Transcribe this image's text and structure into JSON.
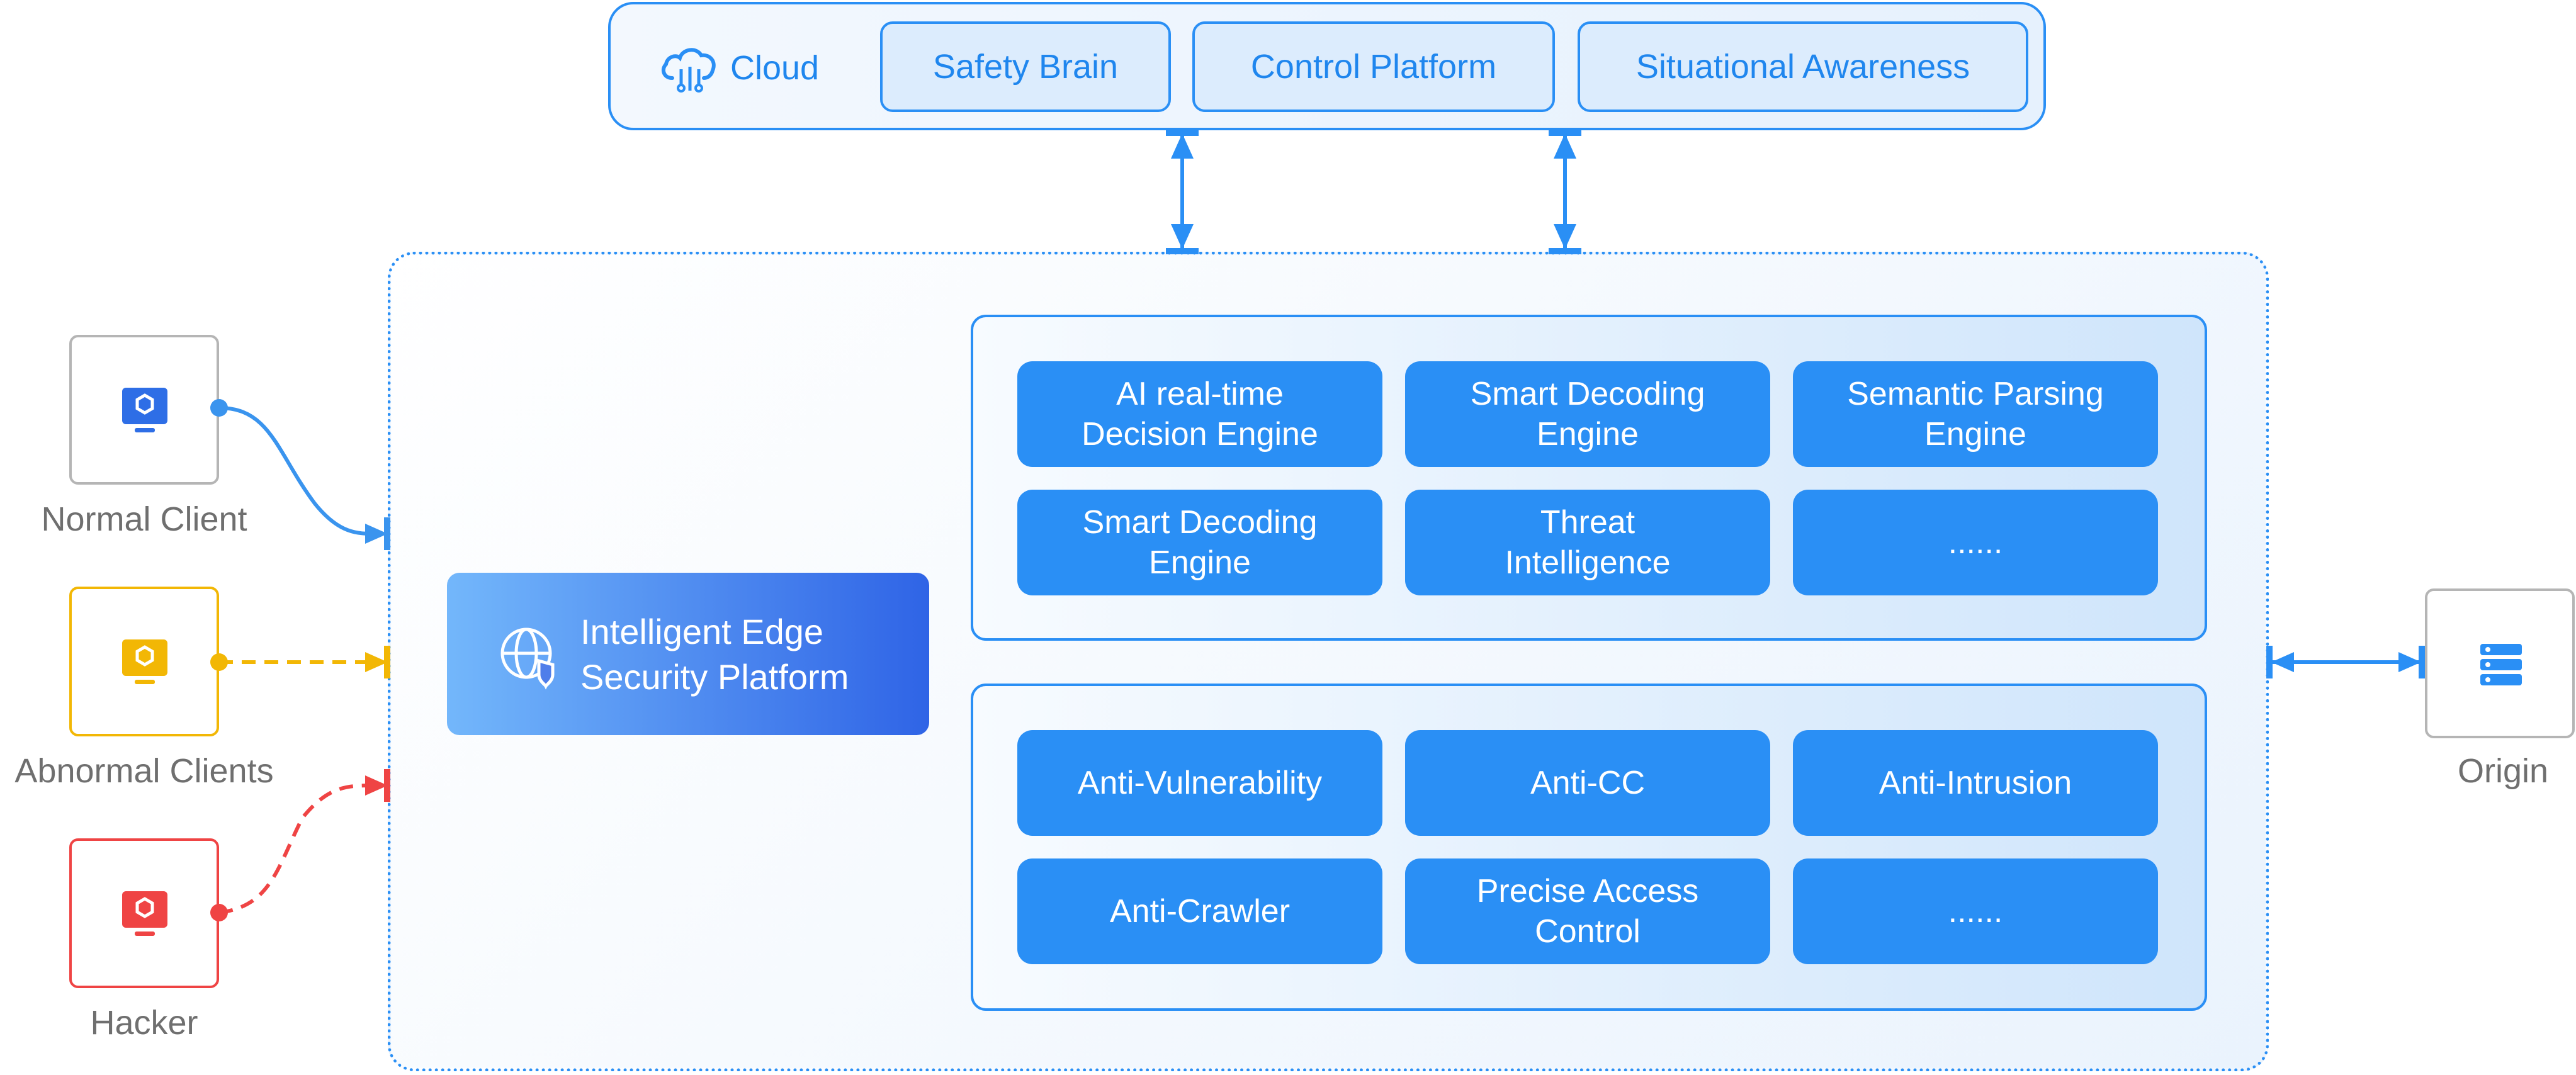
{
  "cloud": {
    "label": "Cloud",
    "items": [
      "Safety Brain",
      "Control Platform",
      "Situational Awareness"
    ]
  },
  "platform": {
    "title": "Intelligent Edge\nSecurity Platform"
  },
  "engines": [
    "AI real-time\nDecision Engine",
    "Smart Decoding\nEngine",
    "Semantic Parsing\nEngine",
    "Smart Decoding\nEngine",
    "Threat\nIntelligence",
    "......"
  ],
  "protections": [
    "Anti-Vulnerability",
    "Anti-CC",
    "Anti-Intrusion",
    "Anti-Crawler",
    "Precise Access\nControl",
    "......"
  ],
  "clients": {
    "normal": "Normal Client",
    "abnormal": "Abnormal Clients",
    "hacker": "Hacker"
  },
  "origin": {
    "label": "Origin"
  },
  "colors": {
    "primary": "#2a8ff5",
    "normal": "#3a94ee",
    "abnormal": "#f2b705",
    "hacker": "#ef4444",
    "neutral_border": "#b5b5b5"
  },
  "icons": {
    "cloud": "cloud-icon",
    "platform": "globe-shield-icon",
    "client": "monitor-icon",
    "origin": "server-icon"
  }
}
